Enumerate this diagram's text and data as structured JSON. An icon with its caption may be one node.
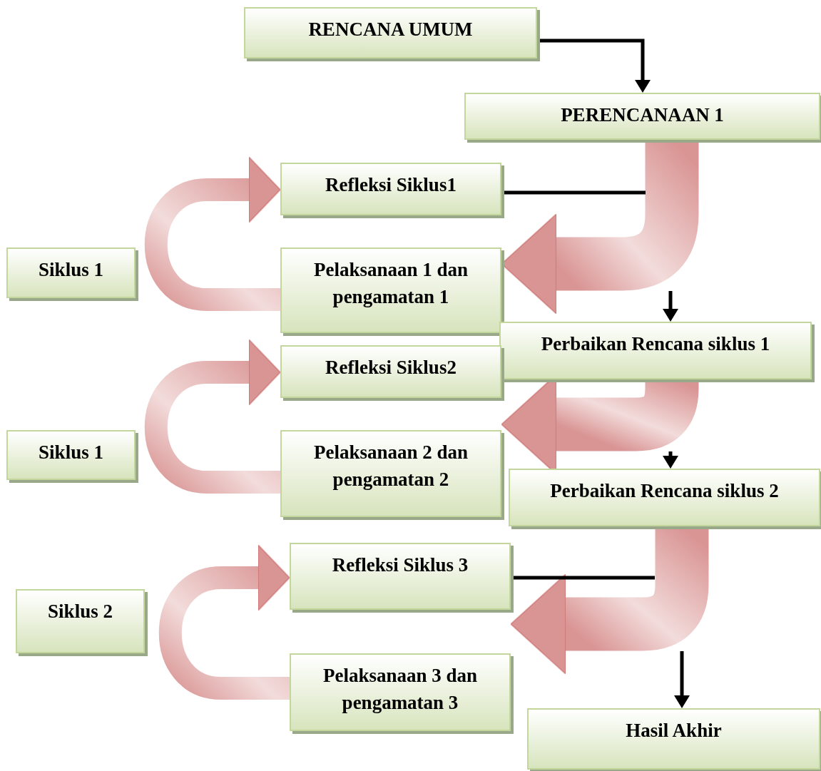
{
  "diagram": {
    "nodes": [
      {
        "text": [
          "RENCANA UMUM"
        ]
      },
      {
        "text": [
          "PERENCANAAN 1"
        ]
      },
      {
        "text": [
          "Refleksi Siklus1"
        ]
      },
      {
        "text": [
          "Siklus 1"
        ]
      },
      {
        "text": [
          "Pelaksanaan 1 dan pengamatan 1"
        ]
      },
      {
        "text": [
          "Perbaikan Rencana siklus 1"
        ]
      },
      {
        "text": [
          "Refleksi Siklus2"
        ]
      },
      {
        "text": [
          "Siklus 1"
        ]
      },
      {
        "text": [
          "Pelaksanaan 2 dan pengamatan 2"
        ]
      },
      {
        "text": [
          "Perbaikan Rencana siklus 2"
        ]
      },
      {
        "text": [
          "Refleksi Siklus 3"
        ]
      },
      {
        "text": [
          "Siklus 2"
        ]
      },
      {
        "text": [
          "Pelaksanaan 3 dan pengamatan 3"
        ]
      },
      {
        "text": [
          "Hasil Akhir"
        ]
      }
    ],
    "edges": [
      {
        "from": 0,
        "to": 1,
        "arrow": "to"
      },
      {
        "from": 1,
        "to": 4,
        "arrow": "to",
        "style": "thick",
        "color": "#d99594"
      },
      {
        "from": 4,
        "to": 2,
        "arrow": "to",
        "style": "thick",
        "color": "#d99594"
      },
      {
        "from": 2,
        "to": null,
        "arrow": "none"
      },
      {
        "from": null,
        "to": 5,
        "arrow": "to"
      },
      {
        "from": 5,
        "to": 8,
        "arrow": "to",
        "style": "thick",
        "color": "#d99594"
      },
      {
        "from": 8,
        "to": 6,
        "arrow": "to",
        "style": "thick",
        "color": "#d99594"
      },
      {
        "from": null,
        "to": 9,
        "arrow": "to"
      },
      {
        "from": 9,
        "to": 12,
        "arrow": "to",
        "style": "thick",
        "color": "#d99594"
      },
      {
        "from": 12,
        "to": 10,
        "arrow": "to",
        "style": "thick",
        "color": "#d99594"
      },
      {
        "from": 10,
        "to": null,
        "arrow": "none"
      },
      {
        "from": null,
        "to": 13,
        "arrow": "to"
      }
    ]
  }
}
